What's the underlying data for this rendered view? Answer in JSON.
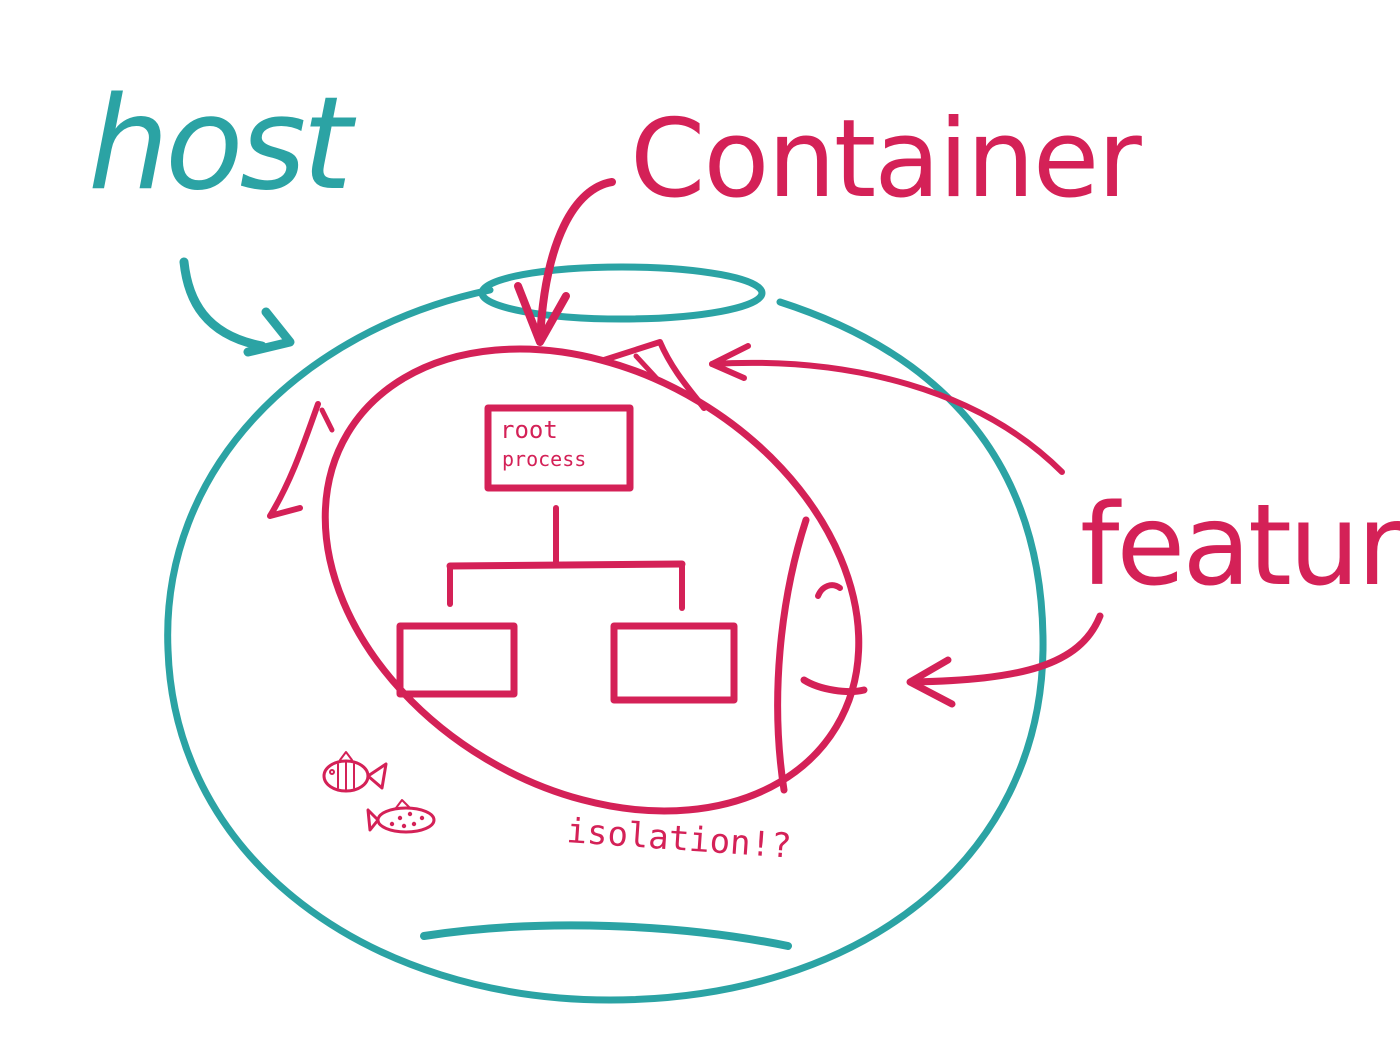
{
  "diagram": {
    "labels": {
      "host": "host",
      "container": "Container",
      "features": "features",
      "root_line1": "root",
      "root_line2": "process",
      "isolation": "isolation!?"
    },
    "colors": {
      "host": "#2ba3a4",
      "container": "#d42157",
      "background": "#ffffff"
    }
  }
}
